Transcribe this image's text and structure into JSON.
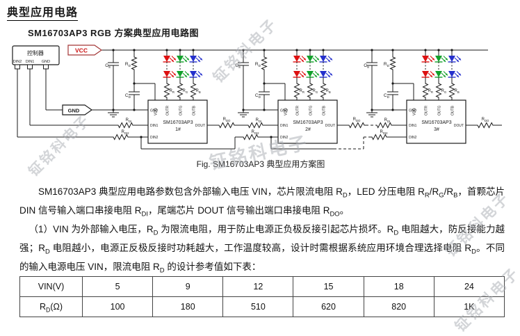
{
  "page": {
    "title": "典型应用电路",
    "subtitle": "SM16703AP3 RGB 方案典型应用电路图",
    "caption": "Fig. SM16703AP3 典型应用方案图",
    "watermark": "钲铭科电子"
  },
  "paragraphs": {
    "p1": "SM16703AP3 典型应用电路参数包含外部输入电压 VIN，芯片限流电阻 R~D~，LED 分压电阻 R~R~/R~G~/R~B~，首颗芯片 DIN 信号输入端口串接电阻 R~DI~，尾端芯片 DOUT 信号输出端口串接电阻 R~DO~。",
    "p2": "（1）VIN 为外部输入电压，R~D~ 为限流电阻，用于防止电源正负极反接引起芯片损坏。R~D~ 电阻越大，防反接能力越强；R~D~ 电阻越小，电源正反极反接时功耗越大，工作温度较高，设计时需根据系统应用环境合理选择电阻 R~D~。不同的输入电源电压 VIN，限流电阻 R~D~ 的设计参考值如下表："
  },
  "table": {
    "rows": [
      [
        "VIN(V)",
        "5",
        "9",
        "12",
        "15",
        "18",
        "24"
      ],
      [
        "R~D~(Ω)",
        "100",
        "180",
        "510",
        "620",
        "820",
        "1K"
      ]
    ]
  },
  "circuit": {
    "controller": {
      "label": "控制器",
      "pins": [
        "DIN2",
        "DIN1",
        "GND"
      ]
    },
    "vcc_label": "VCC",
    "gnd_label": "GND",
    "chip": {
      "name": "SM16703AP3",
      "top_pins": [
        "VDD",
        "OUTR",
        "OUTG",
        "OUTB"
      ],
      "left_pins": [
        "GND",
        "DIN1",
        "DIN2"
      ],
      "right_pin": "DOUT"
    },
    "stages": [
      {
        "num": "1#"
      },
      {
        "num": "2#"
      },
      {
        "num": "3#"
      }
    ],
    "labels": {
      "cs": "C~S~",
      "rd": "R~D~",
      "cd": "C~D~",
      "rr": "R~R~",
      "rg": "R~G~",
      "rb": "R~B~",
      "rdi": "R~DI~",
      "rdi2": "R~DI2~",
      "rdo": "R~DO~"
    }
  },
  "colors": {
    "vcc_text": "#cc1111",
    "vcc_border": "#a33636",
    "led_red": "#dd1111",
    "led_green": "#12a02a",
    "led_blue": "#2530cc",
    "wire": "#1a1a1a",
    "watermark": "#a9adb3"
  }
}
